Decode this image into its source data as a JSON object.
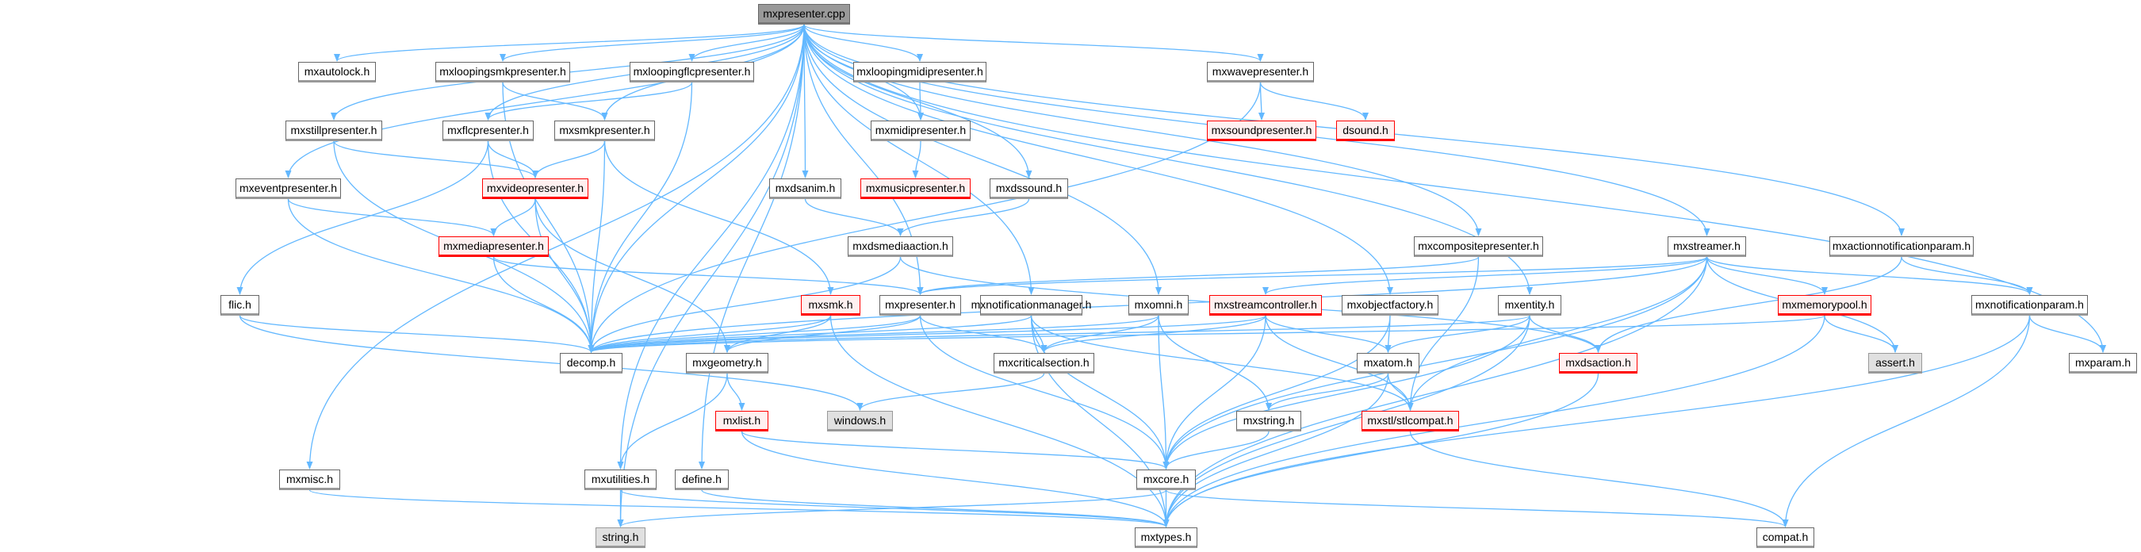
{
  "diagram": {
    "title": "mxpresenter.cpp",
    "edge_color": "#63b8ff",
    "nodes": [
      {
        "id": "root",
        "label": "mxpresenter.cpp",
        "style": "root"
      },
      {
        "id": "autolock",
        "label": "mxautolock.h",
        "style": "normal"
      },
      {
        "id": "loopsmk",
        "label": "mxloopingsmkpresenter.h",
        "style": "normal"
      },
      {
        "id": "loopflc",
        "label": "mxloopingflcpresenter.h",
        "style": "normal"
      },
      {
        "id": "loopmidi",
        "label": "mxloopingmidipresenter.h",
        "style": "normal"
      },
      {
        "id": "wave",
        "label": "mxwavepresenter.h",
        "style": "normal"
      },
      {
        "id": "still",
        "label": "mxstillpresenter.h",
        "style": "normal"
      },
      {
        "id": "flcp",
        "label": "mxflcpresenter.h",
        "style": "normal"
      },
      {
        "id": "smkp",
        "label": "mxsmkpresenter.h",
        "style": "normal"
      },
      {
        "id": "midi",
        "label": "mxmidipresenter.h",
        "style": "normal"
      },
      {
        "id": "soundp",
        "label": "mxsoundpresenter.h",
        "style": "red"
      },
      {
        "id": "dsound",
        "label": "dsound.h",
        "style": "red"
      },
      {
        "id": "event",
        "label": "mxeventpresenter.h",
        "style": "normal"
      },
      {
        "id": "video",
        "label": "mxvideopresenter.h",
        "style": "red"
      },
      {
        "id": "dsanim",
        "label": "mxdsanim.h",
        "style": "normal"
      },
      {
        "id": "music",
        "label": "mxmusicpresenter.h",
        "style": "red"
      },
      {
        "id": "dssound",
        "label": "mxdssound.h",
        "style": "normal"
      },
      {
        "id": "media",
        "label": "mxmediapresenter.h",
        "style": "red"
      },
      {
        "id": "dsmedia",
        "label": "mxdsmediaaction.h",
        "style": "normal"
      },
      {
        "id": "composite",
        "label": "mxcompositepresenter.h",
        "style": "normal"
      },
      {
        "id": "streamer",
        "label": "mxstreamer.h",
        "style": "normal"
      },
      {
        "id": "actnotif",
        "label": "mxactionnotificationparam.h",
        "style": "normal"
      },
      {
        "id": "flic",
        "label": "flic.h",
        "style": "normal"
      },
      {
        "id": "smk",
        "label": "mxsmk.h",
        "style": "red"
      },
      {
        "id": "presenter",
        "label": "mxpresenter.h",
        "style": "normal"
      },
      {
        "id": "notifmgr",
        "label": "mxnotificationmanager.h",
        "style": "normal"
      },
      {
        "id": "omni",
        "label": "mxomni.h",
        "style": "normal"
      },
      {
        "id": "streamctl",
        "label": "mxstreamcontroller.h",
        "style": "red"
      },
      {
        "id": "objfactory",
        "label": "mxobjectfactory.h",
        "style": "normal"
      },
      {
        "id": "entity",
        "label": "mxentity.h",
        "style": "normal"
      },
      {
        "id": "mempool",
        "label": "mxmemorypool.h",
        "style": "red"
      },
      {
        "id": "notifparam",
        "label": "mxnotificationparam.h",
        "style": "normal"
      },
      {
        "id": "decomp",
        "label": "decomp.h",
        "style": "normal"
      },
      {
        "id": "geometry",
        "label": "mxgeometry.h",
        "style": "normal"
      },
      {
        "id": "critsec",
        "label": "mxcriticalsection.h",
        "style": "normal"
      },
      {
        "id": "atom",
        "label": "mxatom.h",
        "style": "normal"
      },
      {
        "id": "dsaction",
        "label": "mxdsaction.h",
        "style": "red"
      },
      {
        "id": "assert",
        "label": "assert.h",
        "style": "gray"
      },
      {
        "id": "param",
        "label": "mxparam.h",
        "style": "normal"
      },
      {
        "id": "list",
        "label": "mxlist.h",
        "style": "red"
      },
      {
        "id": "windows",
        "label": "windows.h",
        "style": "gray"
      },
      {
        "id": "string",
        "label": "mxstring.h",
        "style": "normal"
      },
      {
        "id": "stlcompat",
        "label": "mxstl/stlcompat.h",
        "style": "red"
      },
      {
        "id": "misc",
        "label": "mxmisc.h",
        "style": "normal"
      },
      {
        "id": "utilities",
        "label": "mxutilities.h",
        "style": "normal"
      },
      {
        "id": "define",
        "label": "define.h",
        "style": "normal"
      },
      {
        "id": "core",
        "label": "mxcore.h",
        "style": "normal"
      },
      {
        "id": "stringh",
        "label": "string.h",
        "style": "gray"
      },
      {
        "id": "types",
        "label": "mxtypes.h",
        "style": "normal"
      },
      {
        "id": "compat",
        "label": "compat.h",
        "style": "normal"
      }
    ],
    "edges": [
      [
        "root",
        "autolock"
      ],
      [
        "root",
        "loopsmk"
      ],
      [
        "root",
        "loopflc"
      ],
      [
        "root",
        "loopmidi"
      ],
      [
        "root",
        "wave"
      ],
      [
        "root",
        "still"
      ],
      [
        "root",
        "flcp"
      ],
      [
        "root",
        "smkp"
      ],
      [
        "root",
        "midi"
      ],
      [
        "root",
        "event"
      ],
      [
        "root",
        "dsanim"
      ],
      [
        "root",
        "dssound"
      ],
      [
        "root",
        "composite"
      ],
      [
        "root",
        "streamer"
      ],
      [
        "root",
        "actnotif"
      ],
      [
        "root",
        "presenter"
      ],
      [
        "root",
        "notifmgr"
      ],
      [
        "root",
        "omni"
      ],
      [
        "root",
        "objfactory"
      ],
      [
        "root",
        "entity"
      ],
      [
        "root",
        "param"
      ],
      [
        "root",
        "decomp"
      ],
      [
        "root",
        "misc"
      ],
      [
        "root",
        "utilities"
      ],
      [
        "root",
        "define"
      ],
      [
        "root",
        "stringh"
      ],
      [
        "loopsmk",
        "smkp"
      ],
      [
        "loopsmk",
        "decomp"
      ],
      [
        "loopflc",
        "flcp"
      ],
      [
        "loopflc",
        "decomp"
      ],
      [
        "loopmidi",
        "midi"
      ],
      [
        "wave",
        "soundp"
      ],
      [
        "wave",
        "dsound"
      ],
      [
        "wave",
        "decomp"
      ],
      [
        "still",
        "video"
      ],
      [
        "still",
        "decomp"
      ],
      [
        "flcp",
        "video"
      ],
      [
        "flcp",
        "flic"
      ],
      [
        "flcp",
        "decomp"
      ],
      [
        "smkp",
        "video"
      ],
      [
        "smkp",
        "smk"
      ],
      [
        "smkp",
        "decomp"
      ],
      [
        "midi",
        "music"
      ],
      [
        "event",
        "media"
      ],
      [
        "event",
        "decomp"
      ],
      [
        "video",
        "media"
      ],
      [
        "video",
        "decomp"
      ],
      [
        "video",
        "geometry"
      ],
      [
        "dsanim",
        "dsmedia"
      ],
      [
        "dssound",
        "dsmedia"
      ],
      [
        "media",
        "presenter"
      ],
      [
        "media",
        "decomp"
      ],
      [
        "dsmedia",
        "decomp"
      ],
      [
        "dsmedia",
        "dsaction"
      ],
      [
        "composite",
        "presenter"
      ],
      [
        "composite",
        "stlcompat"
      ],
      [
        "streamer",
        "decomp"
      ],
      [
        "streamer",
        "streamctl"
      ],
      [
        "streamer",
        "mempool"
      ],
      [
        "streamer",
        "notifparam"
      ],
      [
        "streamer",
        "assert"
      ],
      [
        "streamer",
        "core"
      ],
      [
        "streamer",
        "types"
      ],
      [
        "streamer",
        "stlcompat"
      ],
      [
        "streamer",
        "presenter"
      ],
      [
        "actnotif",
        "notifparam"
      ],
      [
        "actnotif",
        "dsaction"
      ],
      [
        "flic",
        "decomp"
      ],
      [
        "flic",
        "windows"
      ],
      [
        "smk",
        "decomp"
      ],
      [
        "smk",
        "geometry"
      ],
      [
        "smk",
        "types"
      ],
      [
        "presenter",
        "decomp"
      ],
      [
        "presenter",
        "geometry"
      ],
      [
        "presenter",
        "critsec"
      ],
      [
        "presenter",
        "core"
      ],
      [
        "notifmgr",
        "decomp"
      ],
      [
        "notifmgr",
        "critsec"
      ],
      [
        "notifmgr",
        "core"
      ],
      [
        "notifmgr",
        "types"
      ],
      [
        "notifmgr",
        "stlcompat"
      ],
      [
        "omni",
        "decomp"
      ],
      [
        "omni",
        "critsec"
      ],
      [
        "omni",
        "string"
      ],
      [
        "omni",
        "core"
      ],
      [
        "streamctl",
        "decomp"
      ],
      [
        "streamctl",
        "critsec"
      ],
      [
        "streamctl",
        "atom"
      ],
      [
        "streamctl",
        "stlcompat"
      ],
      [
        "streamctl",
        "core"
      ],
      [
        "objfactory",
        "atom"
      ],
      [
        "objfactory",
        "core"
      ],
      [
        "entity",
        "decomp"
      ],
      [
        "entity",
        "atom"
      ],
      [
        "entity",
        "dsaction"
      ],
      [
        "entity",
        "core"
      ],
      [
        "entity",
        "types"
      ],
      [
        "mempool",
        "decomp"
      ],
      [
        "mempool",
        "assert"
      ],
      [
        "mempool",
        "types"
      ],
      [
        "notifparam",
        "param"
      ],
      [
        "notifparam",
        "types"
      ],
      [
        "notifparam",
        "compat"
      ],
      [
        "geometry",
        "list"
      ],
      [
        "geometry",
        "utilities"
      ],
      [
        "critsec",
        "windows"
      ],
      [
        "atom",
        "string"
      ],
      [
        "atom",
        "stlcompat"
      ],
      [
        "atom",
        "types"
      ],
      [
        "dsaction",
        "types"
      ],
      [
        "list",
        "core"
      ],
      [
        "list",
        "types"
      ],
      [
        "string",
        "core"
      ],
      [
        "stlcompat",
        "compat"
      ],
      [
        "misc",
        "types"
      ],
      [
        "utilities",
        "stringh"
      ],
      [
        "utilities",
        "types"
      ],
      [
        "define",
        "types"
      ],
      [
        "core",
        "stringh"
      ],
      [
        "core",
        "types"
      ],
      [
        "core",
        "compat"
      ]
    ]
  }
}
